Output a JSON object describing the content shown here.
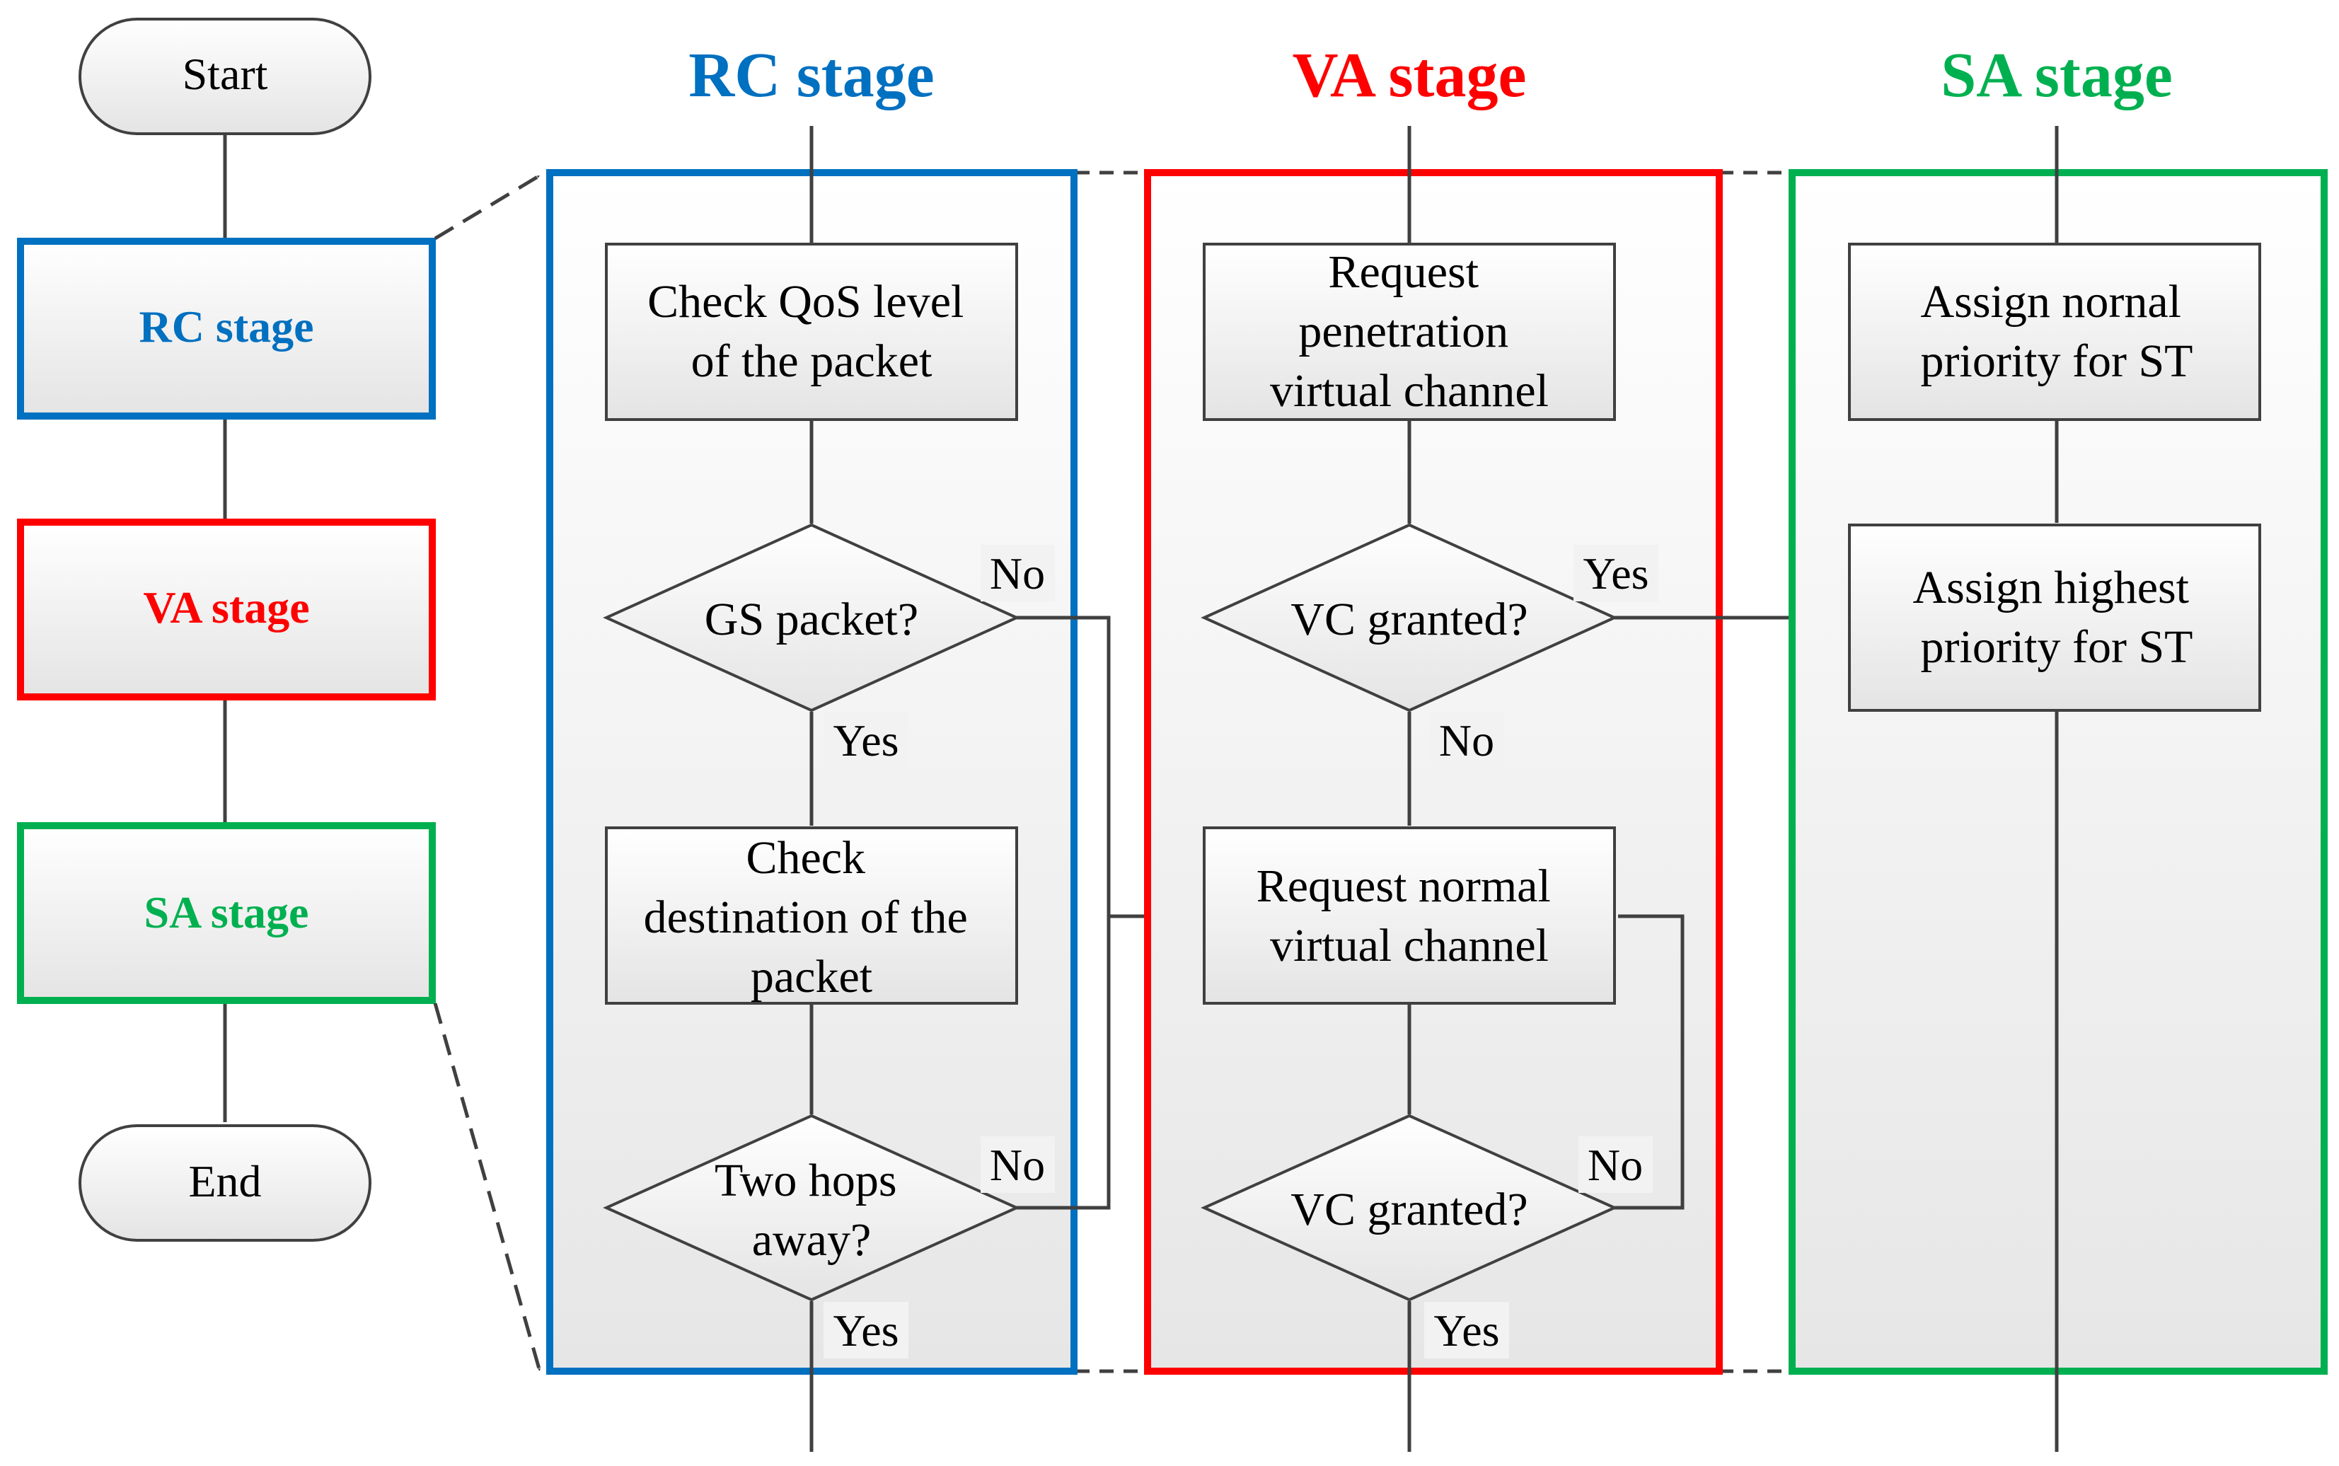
{
  "overview": {
    "start": "Start",
    "rc_stage": "RC stage",
    "va_stage": "VA stage",
    "sa_stage": "SA stage",
    "end": "End"
  },
  "rc": {
    "title": "RC stage",
    "check_qos": [
      "Check QoS level",
      "of the packet"
    ],
    "gs_packet": "GS packet?",
    "gs_no": "No",
    "gs_yes": "Yes",
    "check_dest": [
      "Check",
      "destination of the",
      "packet"
    ],
    "two_hops": [
      "Two hops",
      "away?"
    ],
    "hops_no": "No",
    "hops_yes": "Yes"
  },
  "va": {
    "title": "VA stage",
    "request_pen": [
      "Request",
      "penetration",
      "virtual channel"
    ],
    "vc_granted_1": "VC granted?",
    "vc1_yes": "Yes",
    "vc1_no": "No",
    "request_normal": [
      "Request normal",
      "virtual channel"
    ],
    "vc_granted_2": "VC granted?",
    "vc2_no": "No",
    "vc2_yes": "Yes"
  },
  "sa": {
    "title": "SA stage",
    "assign_normal": [
      "Assign nornal",
      "priority for ST"
    ],
    "assign_highest": [
      "Assign highest",
      "priority for ST"
    ]
  },
  "colors": {
    "rc": "#0070C0",
    "va": "#FF0000",
    "sa": "#00B050",
    "line": "#404040"
  }
}
